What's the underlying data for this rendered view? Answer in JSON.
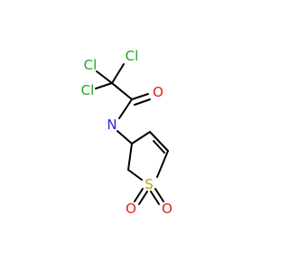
{
  "molecule": {
    "atoms": {
      "cl1": {
        "label": "Cl",
        "color": "#1fa51f"
      },
      "cl2": {
        "label": "Cl",
        "color": "#1fa51f"
      },
      "cl3": {
        "label": "Cl",
        "color": "#1fa51f"
      },
      "o_carbonyl": {
        "label": "O",
        "color": "#e0201a"
      },
      "n_amide": {
        "label": "N",
        "color": "#2626e6"
      },
      "s_ring": {
        "label": "S",
        "color": "#b5a400"
      },
      "o_s1": {
        "label": "O",
        "color": "#e0201a"
      },
      "o_s2": {
        "label": "O",
        "color": "#e0201a"
      }
    },
    "bond_color": "#000000"
  }
}
